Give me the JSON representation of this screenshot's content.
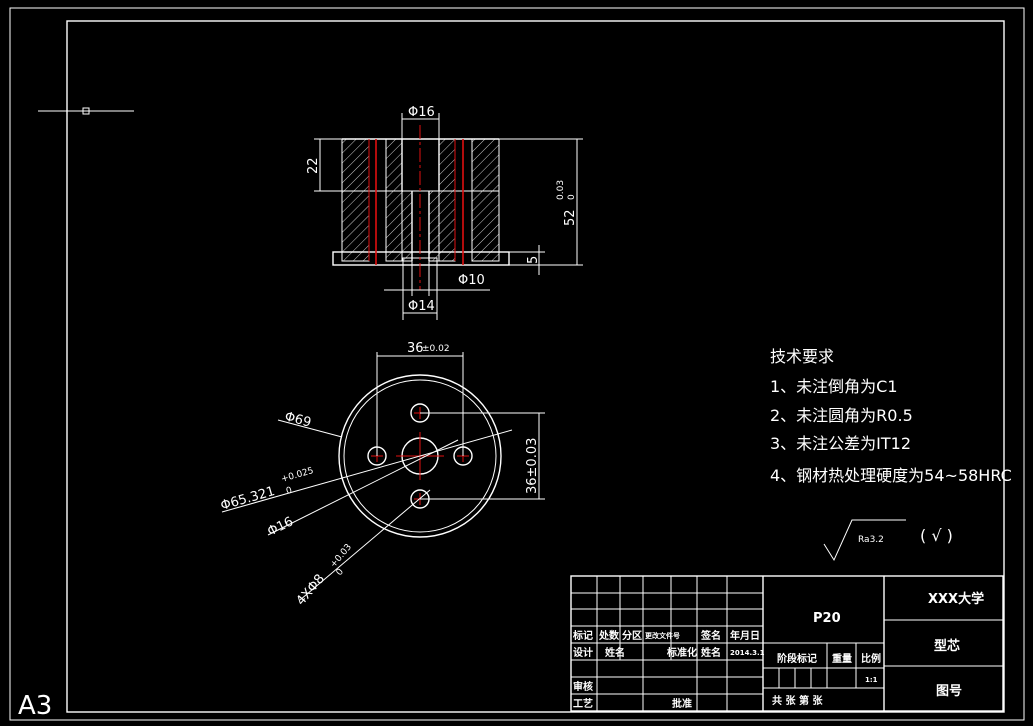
{
  "sheet": {
    "size_label": "A3"
  },
  "front_view": {
    "dims": {
      "top_bore": "Φ16",
      "counterbore_depth": "22",
      "height": "52",
      "height_tol_upper": "0.03",
      "height_tol_lower": "0",
      "flange": "5",
      "bottom_bore": "Φ10",
      "bottom_counterbore": "Φ14"
    }
  },
  "top_view": {
    "dims": {
      "hole_spacing": "36",
      "hole_spacing_tol": "±0.02",
      "outer_dia": "Φ69",
      "pitch_circle": "Φ65.321",
      "pitch_tol_upper": "+0.025",
      "pitch_tol_lower": "0",
      "center_bore": "Φ16",
      "holes": "4XΦ8",
      "holes_tol_upper": "+0.03",
      "holes_tol_lower": "0",
      "span": "36±0.03"
    }
  },
  "tech_requirements": {
    "title": "技术要求",
    "items": [
      "1、未注倒角为C1",
      "2、未注圆角为R0.5",
      "3、未注公差为IT12",
      "4、钢材热处理硬度为54~58HRC"
    ]
  },
  "roughness": {
    "value": "Ra3.2",
    "other": "( √ )"
  },
  "title_block": {
    "part_code": "P20",
    "school": "XXX大学",
    "part_name": "型芯",
    "drawing_no_label": "图号",
    "row_labels": [
      "标记",
      "处数",
      "分区",
      "更改文件号",
      "签名",
      "年月日"
    ],
    "design_label": "设计",
    "design_sign": "姓名",
    "standard_label": "标准化",
    "standard_sign": "姓名",
    "date": "2014.3.1",
    "stage_label": "阶段标记",
    "weight_label": "重量",
    "scale_label": "比例",
    "scale_value": "1:1",
    "review_label": "审核",
    "process_label": "工艺",
    "approve_label": "批准",
    "sheet_info": "共   张 第   张"
  }
}
